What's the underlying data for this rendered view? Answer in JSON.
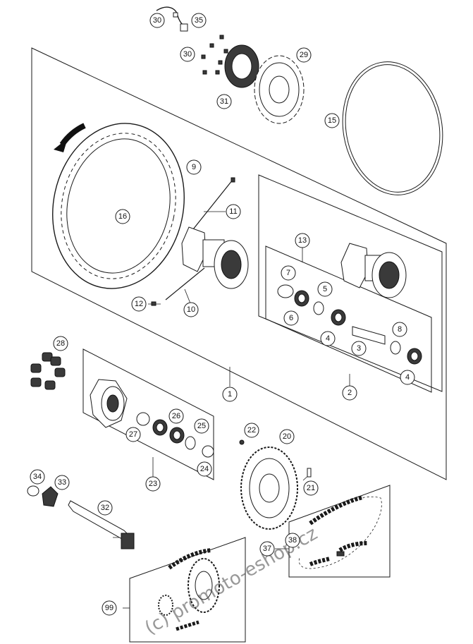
{
  "watermark": "(c) promoto-eshop.cz",
  "callouts": [
    {
      "id": "c30a",
      "label": "30"
    },
    {
      "id": "c35",
      "label": "35"
    },
    {
      "id": "c30b",
      "label": "30"
    },
    {
      "id": "c29",
      "label": "29"
    },
    {
      "id": "c31",
      "label": "31"
    },
    {
      "id": "c15",
      "label": "15"
    },
    {
      "id": "c9",
      "label": "9"
    },
    {
      "id": "c16",
      "label": "16"
    },
    {
      "id": "c11",
      "label": "11"
    },
    {
      "id": "c12",
      "label": "12"
    },
    {
      "id": "c10",
      "label": "10"
    },
    {
      "id": "c13",
      "label": "13"
    },
    {
      "id": "c7",
      "label": "7"
    },
    {
      "id": "c5",
      "label": "5"
    },
    {
      "id": "c6",
      "label": "6"
    },
    {
      "id": "c4a",
      "label": "4"
    },
    {
      "id": "c8",
      "label": "8"
    },
    {
      "id": "c3",
      "label": "3"
    },
    {
      "id": "c4b",
      "label": "4"
    },
    {
      "id": "c2",
      "label": "2"
    },
    {
      "id": "c1",
      "label": "1"
    },
    {
      "id": "c28",
      "label": "28"
    },
    {
      "id": "c26",
      "label": "26"
    },
    {
      "id": "c25",
      "label": "25"
    },
    {
      "id": "c27",
      "label": "27"
    },
    {
      "id": "c24",
      "label": "24"
    },
    {
      "id": "c23",
      "label": "23"
    },
    {
      "id": "c22",
      "label": "22"
    },
    {
      "id": "c20",
      "label": "20"
    },
    {
      "id": "c21",
      "label": "21"
    },
    {
      "id": "c34",
      "label": "34"
    },
    {
      "id": "c33",
      "label": "33"
    },
    {
      "id": "c32",
      "label": "32"
    },
    {
      "id": "c37",
      "label": "37"
    },
    {
      "id": "c38",
      "label": "38"
    },
    {
      "id": "c99",
      "label": "99"
    }
  ]
}
